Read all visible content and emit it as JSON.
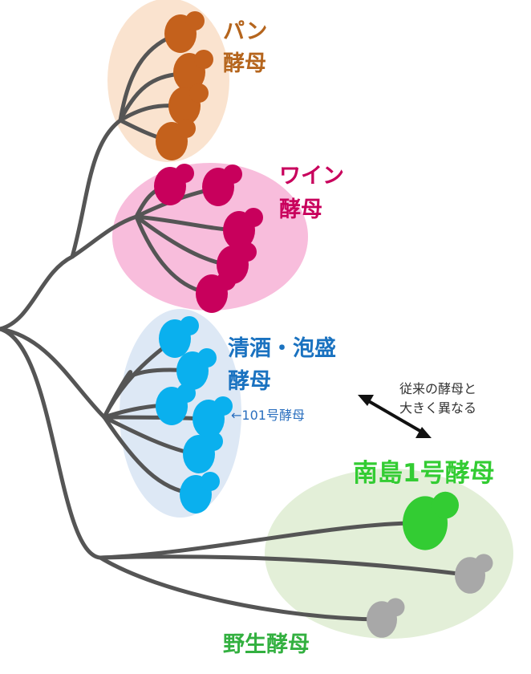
{
  "colors": {
    "branch": "#555555",
    "bread": "#c4611c",
    "bread_bg": "#fae3cf",
    "bread_text": "#b5651d",
    "wine": "#c8005c",
    "wine_bg": "#f8bddc",
    "wine_text": "#c8005c",
    "sake": "#0ab0ee",
    "sake_bg": "#dde8f5",
    "sake_text": "#1a72c0",
    "nanto": "#33cc33",
    "wild": "#a8a8a8",
    "wild_bg": "#e3efd8",
    "wild_text": "#33b040"
  },
  "groups": {
    "bread": {
      "line1": "パン",
      "line2": "酵母"
    },
    "wine": {
      "line1": "ワイン",
      "line2": "酵母"
    },
    "sake": {
      "line1": "清酒・泡盛",
      "line2": "酵母",
      "note": "←101号酵母"
    },
    "nanto": {
      "label": "南島1号酵母"
    },
    "wild": {
      "label": "野生酵母"
    }
  },
  "annotation": {
    "line1": "従来の酵母と",
    "line2": "大きく異なる"
  }
}
